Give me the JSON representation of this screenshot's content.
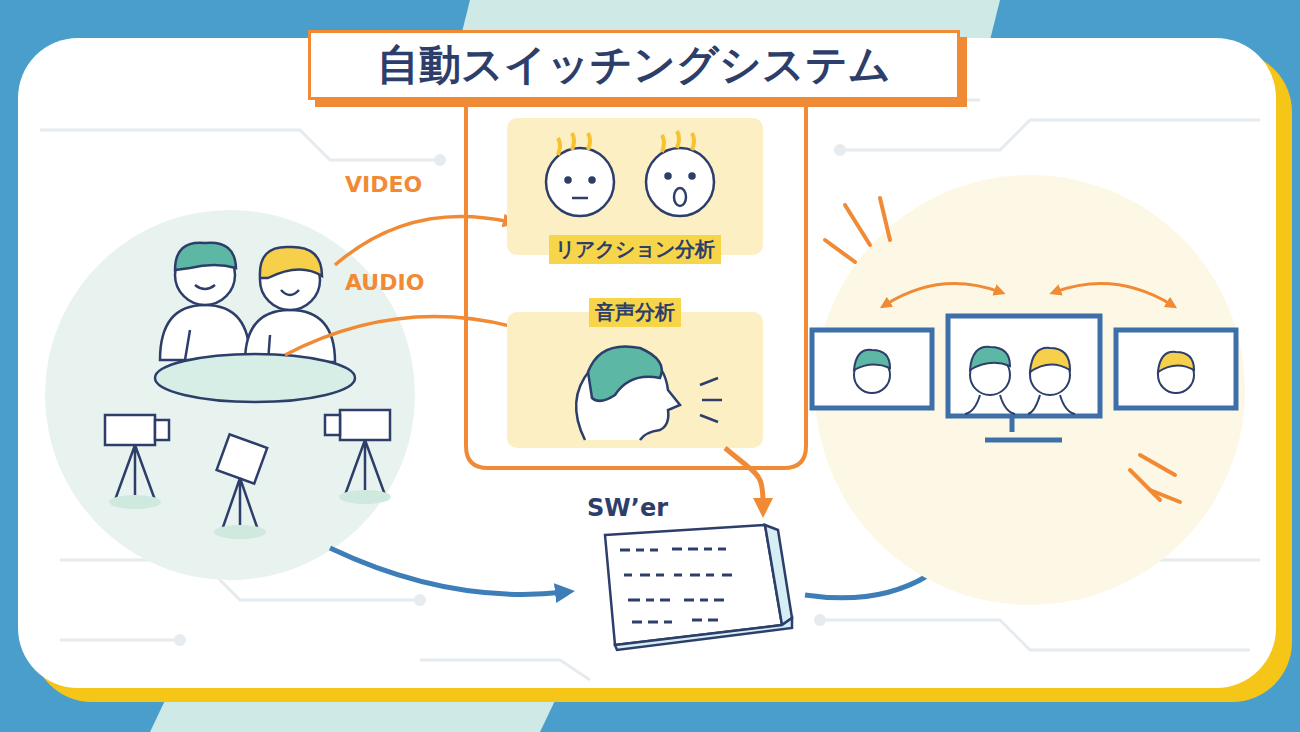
{
  "diagram": {
    "title": "自動スイッチングシステム",
    "nodes": [
      {
        "text": [
          "リアクション分析"
        ]
      },
      {
        "text": [
          "音声分析"
        ]
      },
      {
        "text": [
          "SW’er"
        ]
      }
    ],
    "edges": [
      {
        "from": 1,
        "to": 2,
        "arrow": "to"
      }
    ],
    "labels": [
      "VIDEO",
      "AUDIO"
    ]
  }
}
